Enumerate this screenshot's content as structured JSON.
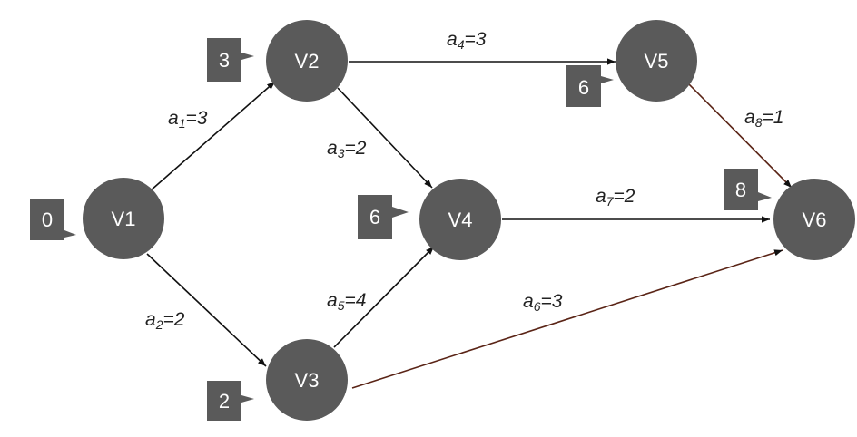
{
  "nodes": [
    {
      "id": "V1",
      "label": "V1",
      "tag": "0"
    },
    {
      "id": "V2",
      "label": "V2",
      "tag": "3"
    },
    {
      "id": "V3",
      "label": "V3",
      "tag": "2"
    },
    {
      "id": "V4",
      "label": "V4",
      "tag": "6"
    },
    {
      "id": "V5",
      "label": "V5",
      "tag": "6"
    },
    {
      "id": "V6",
      "label": "V6",
      "tag": "8"
    }
  ],
  "edges": [
    {
      "from": "V1",
      "to": "V2",
      "name": "a",
      "sub": "1",
      "weight": "=3"
    },
    {
      "from": "V1",
      "to": "V3",
      "name": "a",
      "sub": "2",
      "weight": "=2"
    },
    {
      "from": "V2",
      "to": "V4",
      "name": "a",
      "sub": "3",
      "weight": "=2"
    },
    {
      "from": "V2",
      "to": "V5",
      "name": "a",
      "sub": "4",
      "weight": "=3"
    },
    {
      "from": "V3",
      "to": "V4",
      "name": "a",
      "sub": "5",
      "weight": "=4"
    },
    {
      "from": "V3",
      "to": "V6",
      "name": "a",
      "sub": "6",
      "weight": "=3"
    },
    {
      "from": "V4",
      "to": "V6",
      "name": "a",
      "sub": "7",
      "weight": "=2"
    },
    {
      "from": "V5",
      "to": "V6",
      "name": "a",
      "sub": "8",
      "weight": "=1"
    }
  ],
  "colors": {
    "node": "#5a5a5a",
    "edge": "#111111",
    "edge_accent": "#5a2416"
  }
}
